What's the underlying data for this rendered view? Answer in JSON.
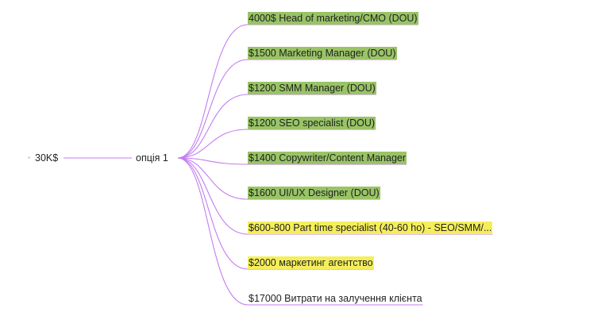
{
  "mindmap": {
    "root": {
      "label": "30K$"
    },
    "option": {
      "label": "опція 1"
    },
    "connector_color": "#c37cf0",
    "highlight_colors": {
      "green": "#99c466",
      "yellow": "#f5ee5c"
    },
    "branches": [
      {
        "label": "4000$ Head of marketing/CMO (DOU)",
        "highlight": "green"
      },
      {
        "label": "$1500 Marketing Manager (DOU)",
        "highlight": "green"
      },
      {
        "label": "$1200 SMM Manager (DOU)",
        "highlight": "green"
      },
      {
        "label": "$1200 SEO specialist (DOU)",
        "highlight": "green"
      },
      {
        "label": "$1400 Copywriter/Content Manager",
        "highlight": "green"
      },
      {
        "label": "$1600 UI/UX Designer (DOU)",
        "highlight": "green"
      },
      {
        "label": "$600-800 Part time specialist (40-60 ho) - SEO/SMM/...",
        "highlight": "yellow"
      },
      {
        "label": "$2000 маркетинг агентство",
        "highlight": "yellow"
      },
      {
        "label": "$17000 Витрати на залучення клієнта",
        "highlight": "none"
      }
    ]
  }
}
